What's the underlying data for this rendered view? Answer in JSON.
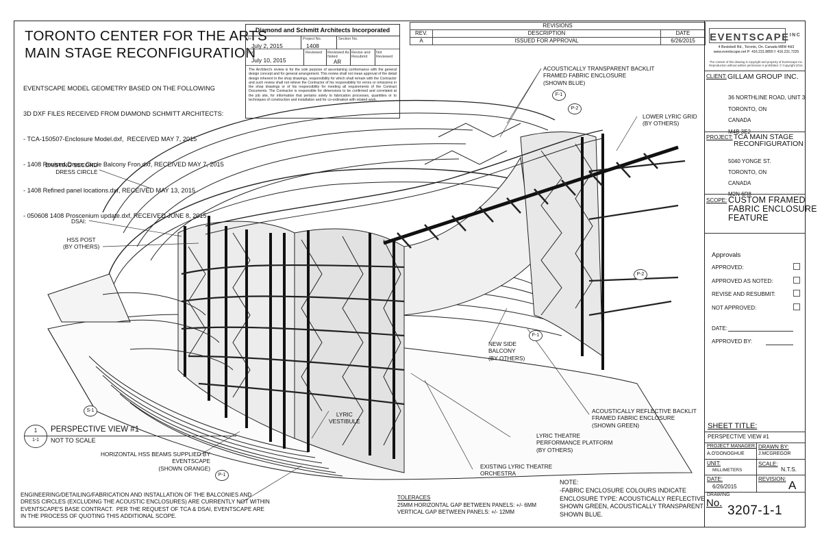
{
  "title": {
    "line1": "TORONTO CENTER FOR THE ARTS",
    "line2": "MAIN STAGE RECONFIGURATION"
  },
  "source_notes": [
    "EVENTSCAPE MODEL GEOMETRY BASED ON THE FOLLOWING",
    "3D DXF FILES RECEIVED FROM DIAMOND SCHMITT ARCHITECTS:",
    "- TCA-150507-Enclosure Model.dxf,  RECEIVED MAY 7, 2015",
    "- 1408 Revised Dress Circle Balcony Fron.dxf, RECEIVED MAY 7, 2015",
    "- 1408 Refined panel locations.dxf, RECEIVED MAY 13, 2015",
    "- 050608 1408 Proscenium update.dxf, RECEIVED JUNE 8, 2015"
  ],
  "stamp": {
    "firm": "Diamond and Schmitt Architects Incorporated",
    "in_label": "In",
    "in_date": "July 2, 2015",
    "project_no_label": "Project No.",
    "project_no": "1408",
    "section_no_label": "Section No.",
    "out_label": "Out",
    "out_date": "July 10, 2015",
    "reviewed_label": "Reviewed",
    "reviewed_as_noted_label": "Reviewed As Noted",
    "revise_label": "Revise and Resubmit",
    "not_reviewed_label": "Not Reviewed",
    "initials": "AR",
    "disclaimer": "The Architect's review is for the sole purpose of ascertaining conformance with the general design concept and for general arrangement. This review shall not mean approval of the detail design inherent in the shop drawings, responsibility for which shall remain with the Contractor and such review shall not relieve the Contractor of his responsibility for errors or omissions in the shop drawings or of his responsibility for meeting all requirements of the Contract Documents. The Contractor is responsible for dimensions to be confirmed and correlated at the job site, for information that pertains solely to fabrication processes, quantities or to techniques of construction and installation and for co-ordination with related work."
  },
  "revisions": {
    "heading": "REVISIONS",
    "cols": [
      "REV.",
      "DESCRIPTION",
      "DATE"
    ],
    "rows": [
      {
        "rev": "A",
        "description": "ISSUED FOR APPROVAL",
        "date": "6/26/2015"
      }
    ]
  },
  "company": {
    "logo": "EVENTSCAPE",
    "logo_suffix": "INC",
    "address": "4 Bestobell Rd., Toronto, On. Canada M8W 4H3",
    "contact": "www.eventscape.net  P: 416.231.8855  f: 416.231.7225",
    "copyright": "The content of this drawing is copyright and property of Eventscape Inc. Reproduction without written permission is prohibited. © Copyright 2014."
  },
  "client": {
    "label": "CLIENT:",
    "name": "GILLAM GROUP INC.",
    "addr": [
      "36 NORTHLINE ROAD, UNIT 3",
      "TORONTO, ON",
      "CANADA",
      "M4B 3E2"
    ]
  },
  "project": {
    "label": "PROJECT:",
    "name1": "TCA MAIN STAGE",
    "name2": "RECONFIGURATION",
    "addr": [
      "5040 YONGE ST.",
      "TORONTO, ON",
      "CANADA",
      "M2N 6R8"
    ]
  },
  "scope": {
    "label": "SCOPE:",
    "lines": [
      "CUSTOM FRAMED",
      "FABRIC ENCLOSURE",
      "FEATURE"
    ]
  },
  "approvals": {
    "heading": "Approvals",
    "items": [
      "APPROVED:",
      "APPROVED AS NOTED:",
      "REVISE AND RESUBMIT:",
      "NOT APPROVED:"
    ],
    "date_label": "DATE:",
    "approved_by_label": "APPROVED BY:"
  },
  "sheet": {
    "title_label": "SHEET TITLE:",
    "title": "PERSPECTIVE VIEW #1",
    "pm_label": "PROJECT MANAGER:",
    "pm": "A.O'DONOGHUE",
    "drawn_label": "DRAWN BY:",
    "drawn": "J.MCGREGOR",
    "unit_label": "UNIT:",
    "unit": "MILLIMETERS",
    "scale_label": "SCALE:",
    "scale": "N.T.S.",
    "date_label": "DATE:",
    "date": "6/26/2015",
    "revision_label": "REVISION:",
    "revision": "A",
    "drawing_label": "DRAWING",
    "no_label": "No.",
    "drawing_no": "3207-1-1"
  },
  "view_tag": {
    "num": "1",
    "sheet": "1-1",
    "title": "PERSPECTIVE VIEW #1",
    "scale": "NOT TO SCALE"
  },
  "drawing_labels": {
    "acoustic_transparent": "ACOUSTICALLY TRANSPARENT BACKLIT\nFRAMED FABRIC ENCLOSURE\n(SHOWN BLUE)",
    "lower_lyric_grid": "LOWER LYRIC GRID\n(BY OTHERS)",
    "second_dress_circle": "EXISTING SECOND\nDRESS CIRCLE",
    "dsai": "DSAI:",
    "hss_post": "HSS POST\n(BY OTHERS)",
    "new_side_balcony": "NEW SIDE\nBALCONY\n(BY OTHERS)",
    "acoustic_reflective": "ACOUSTICALLY REFLECTIVE BACKLIT\nFRAMED FABRIC ENCLOSURE\n(SHOWN GREEN)",
    "lyric_vestibule": "LYRIC\nVESTIBULE",
    "performance_platform": "LYRIC THEATRE\nPERFORMANCE PLATFORM\n(BY OTHERS)",
    "orchestra": "EXISTING LYRIC THEATRE\nORCHESTRA",
    "horizontal_beams": "HORIZONTAL HSS BEAMS SUPPLIED BY\nEVENTSCAPE\n(SHOWN ORANGE)",
    "tags": [
      "F-1",
      "P-2",
      "P-2",
      "F-1",
      "S-1",
      "P-1"
    ]
  },
  "bottom_notes": {
    "engineering": "ENGINEERING/DETAILING/FABRICATION AND INSTALLATION OF THE BALCONIES AND\nDRESS CIRCLES (EXCLUDING THE ACOUSTIC ENCLOSURES) ARE CURRENTLY NOT WITHIN\nEVENTSCAPE'S BASE CONTRACT.  PER THE REQUEST OF TCA & DSAI, EVENTSCAPE ARE\nIN THE PROCESS OF QUOTING THIS ADDITIONAL SCOPE.",
    "tolerances_title": "TOLERACES",
    "tolerances": "25MM HORIZONTAL GAP BETWEEN PANELS: +/- 6MM\nVERTICAL GAP BETWEEN PANELS: +/- 12MM",
    "note_title": "NOTE:",
    "note": "-FABRIC ENCLOSURE COLOURS INDICATE\nENCLOSURE TYPE: ACOUSTICALLY REFLECTIVE\nSHOWN GREEN, ACOUSTICALLY TRANSPARENT\nSHOWN BLUE."
  }
}
